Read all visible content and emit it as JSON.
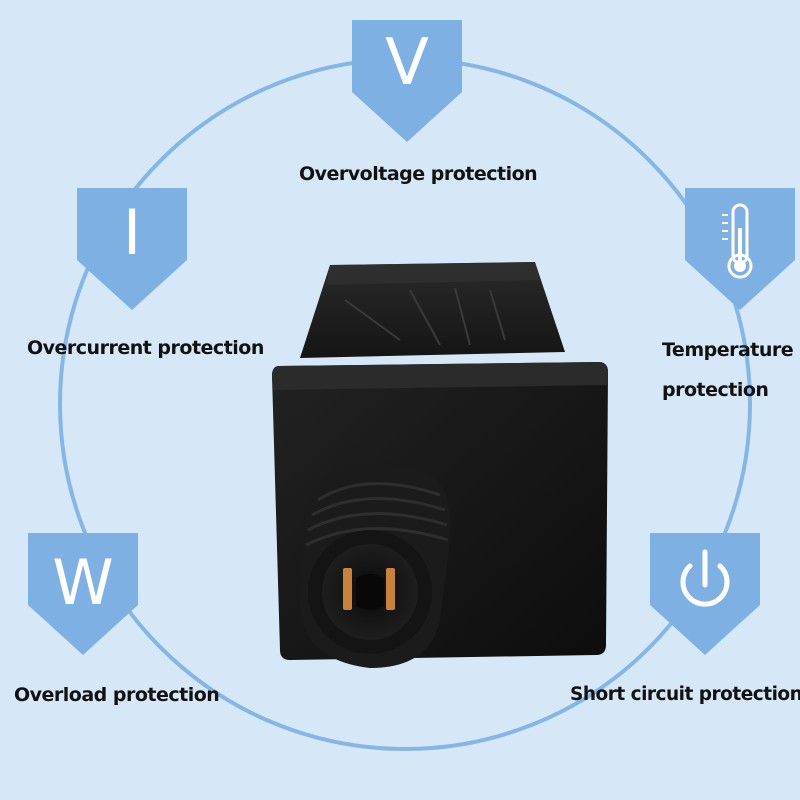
{
  "background_color": "#d6e8f8",
  "accent_color": "#7fb0e3",
  "ring_color": "#86b6e6",
  "features": [
    {
      "symbol": "V",
      "icon": "voltage-letter-icon",
      "label": "Overvoltage protection"
    },
    {
      "symbol": "I",
      "icon": "current-letter-icon",
      "label": "Overcurrent protection"
    },
    {
      "symbol": "",
      "icon": "thermometer-icon",
      "label": "Temperature protection"
    },
    {
      "symbol": "W",
      "icon": "power-letter-icon",
      "label": "Overload protection"
    },
    {
      "symbol": "",
      "icon": "power-button-icon",
      "label": "Short circuit protection"
    }
  ],
  "product": {
    "name": "waterproof-power-adapter",
    "connector": "2-pin-round-male-connector"
  }
}
